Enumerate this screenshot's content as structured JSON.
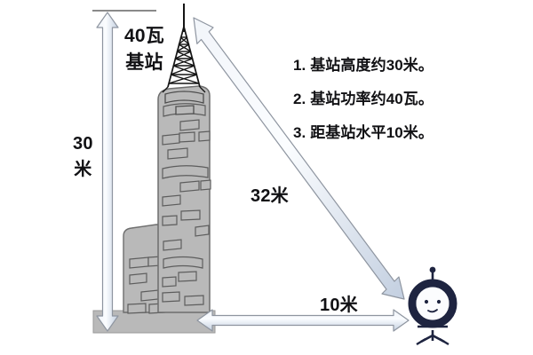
{
  "diagram": {
    "title_label": "40瓦\n基站",
    "height_label": "30\n米",
    "diagonal_label": "32米",
    "horizontal_label": "10米",
    "notes": [
      "1. 基站高度约30米。",
      "2. 基站功率约40瓦。",
      "3. 距基站水平10米。"
    ],
    "colors": {
      "background": "#ffffff",
      "building_fill": "#b9b9b9",
      "building_stroke": "#6e6e6e",
      "ground_fill": "#b9b9b9",
      "arrow_fill_light": "#f4f7fb",
      "arrow_fill_mid": "#ccd7e6",
      "arrow_stroke": "#8e95a0",
      "tower_stroke": "#1a1a1a",
      "mascot_body": "#1e2440",
      "mascot_face": "#fbfcfe",
      "text": "#111114",
      "reference_line": "#8a8a8a"
    },
    "icons": {
      "tower": "transmission-tower-icon",
      "mascot": "robot-mascot-icon",
      "up_arrow": "arrow-up-icon",
      "down_arrow": "arrow-down-icon",
      "diagonal_arrow": "arrow-diagonal-icon",
      "horizontal_arrow": "arrow-horizontal-icon"
    }
  }
}
